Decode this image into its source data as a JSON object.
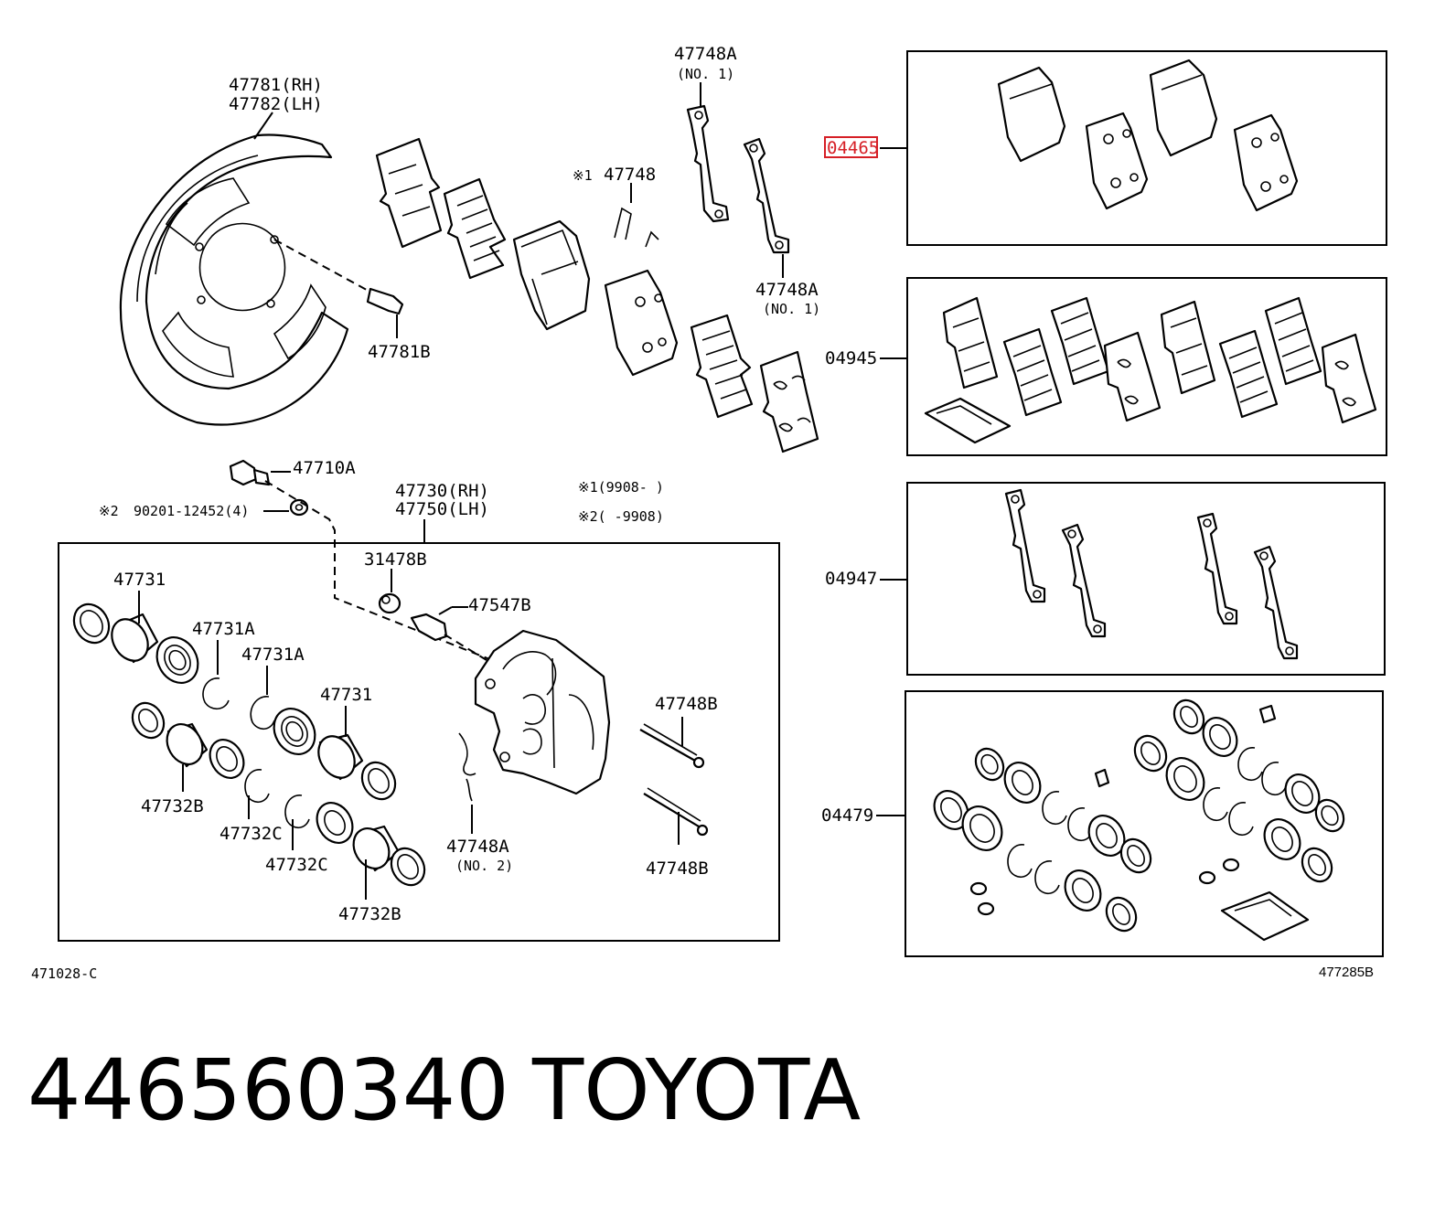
{
  "labels": {
    "shield_rh": "47781(RH)",
    "shield_lh": "47782(LH)",
    "shield_bolt": "47781B",
    "clip_top": "47748A",
    "clip_top_no": "(NO. 1)",
    "clip_mid": "47748A",
    "clip_mid_no": "(NO. 1)",
    "spring_mark": "※1",
    "spring": "47748",
    "bolt": "47710A",
    "washer_mark": "※2",
    "washer": "90201-12452(4)",
    "caliper_rh": "47730(RH)",
    "caliper_lh": "47750(LH)",
    "note1": "※1(9908-      )",
    "note2": "※2(      -9908)",
    "cap": "31478B",
    "bleeder": "47547B",
    "piston_a": "47731",
    "ring_a1": "47731A",
    "ring_a2": "47731A",
    "piston_b": "47731",
    "boot_a": "47732B",
    "ring_c1": "47732C",
    "ring_c2": "47732C",
    "boot_b": "47732B",
    "clip_low": "47748A",
    "clip_low_no": "(NO. 2)",
    "pin_top": "47748B",
    "pin_bot": "47748B",
    "kit_pads": "04465",
    "kit_shims": "04945",
    "kit_clips": "04947",
    "kit_seals": "04479",
    "ref_left": "471028-C",
    "ref_right": "477285B"
  },
  "caption": {
    "part_number": "446560340",
    "brand": "TOYOTA"
  },
  "colors": {
    "highlight": "#d61f26",
    "ink": "#000000"
  }
}
